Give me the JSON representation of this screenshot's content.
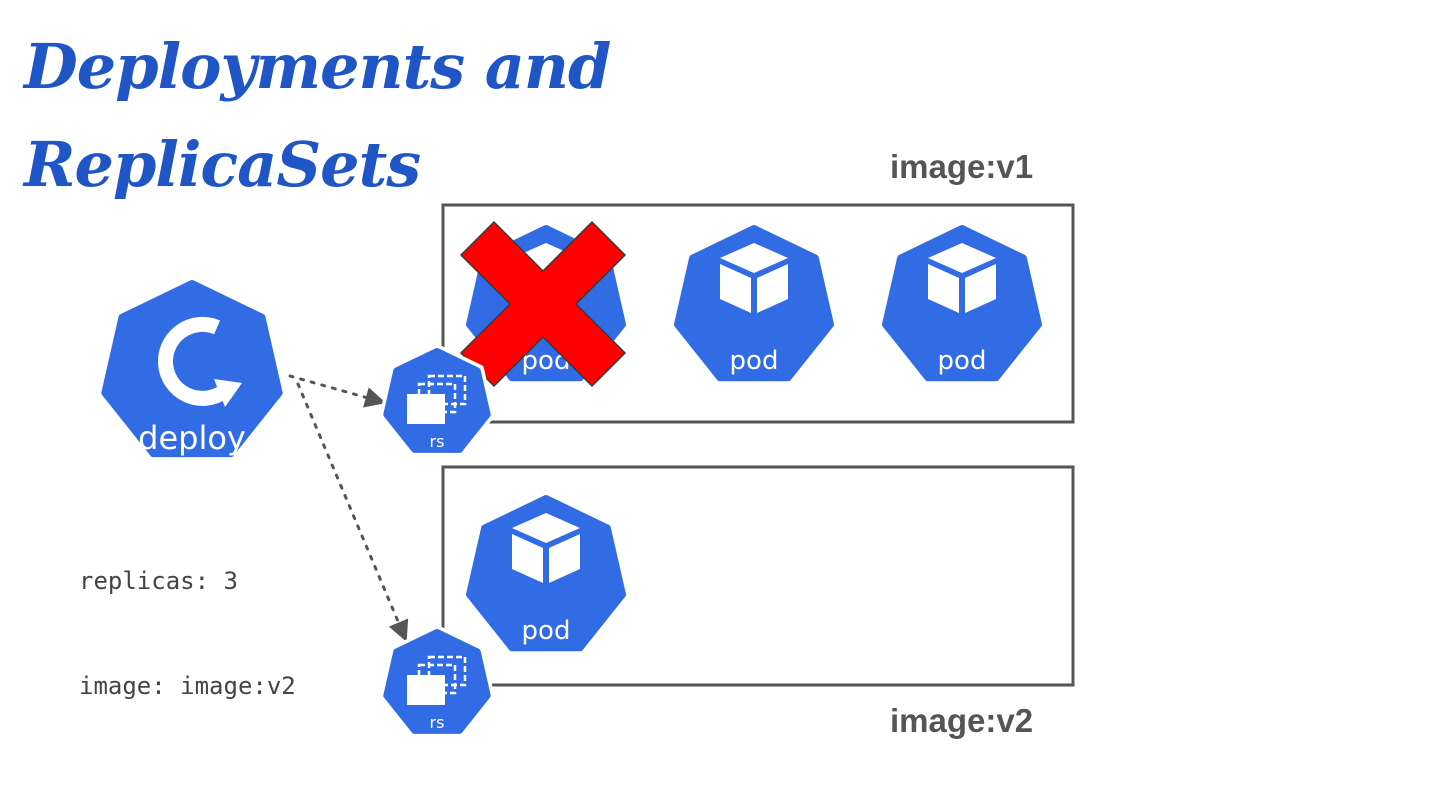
{
  "title": {
    "line1": "Deployments and",
    "line2": "ReplicaSets"
  },
  "deployment": {
    "label": "deploy",
    "spec": {
      "replicas": "replicas: 3",
      "image": "image: image:v2"
    }
  },
  "replicasets": [
    {
      "label": "rs",
      "image_label": "image:v1",
      "pods": [
        {
          "label": "pod",
          "deleted": true
        },
        {
          "label": "pod",
          "deleted": false
        },
        {
          "label": "pod",
          "deleted": false
        }
      ]
    },
    {
      "label": "rs",
      "image_label": "image:v2",
      "pods": [
        {
          "label": "pod",
          "deleted": false
        }
      ]
    }
  ],
  "colors": {
    "kubernetes_blue": "#326ce5",
    "title_blue": "#1f55c4",
    "box_border": "#555555",
    "delete_red": "#ff0000"
  },
  "icons": {
    "deploy": "deploy-icon",
    "replicaset": "rs-icon",
    "pod": "pod-cube-icon",
    "delete": "red-x-icon"
  }
}
